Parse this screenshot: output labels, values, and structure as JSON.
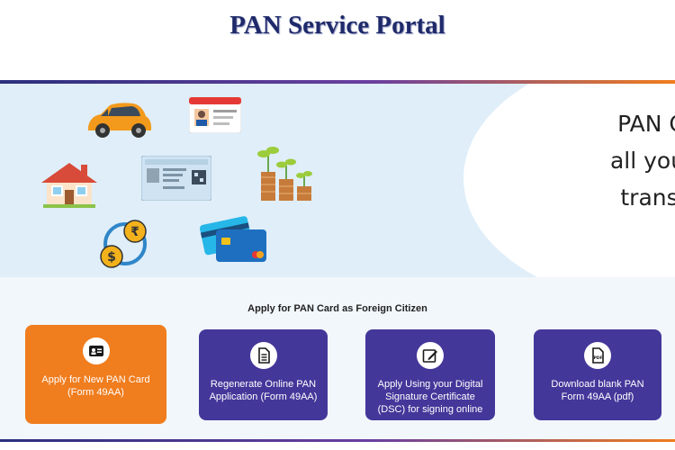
{
  "header": {
    "title": "PAN Service Portal"
  },
  "banner": {
    "lines": [
      "PAN Card fo",
      "all your finan",
      "transaction"
    ]
  },
  "section": {
    "title": "Apply for PAN Card as Foreign Citizen"
  },
  "cards": [
    {
      "label": "Apply for New PAN Card (Form 49AA)",
      "icon": "id-card-icon",
      "color": "#f07d1e"
    },
    {
      "label": "Regenerate Online PAN Application (Form 49AA)",
      "icon": "document-icon",
      "color": "#44379a"
    },
    {
      "label": "Apply Using your Digital Signature Certificate (DSC) for signing online",
      "icon": "signature-icon",
      "color": "#44379a"
    },
    {
      "label": "Download blank PAN Form 49AA (pdf)",
      "icon": "pdf-icon",
      "color": "#44379a"
    }
  ],
  "colors": {
    "brand": "#1f2a6b",
    "accent": "#f07d1e",
    "card": "#44379a",
    "banner": "#dfeef9"
  }
}
